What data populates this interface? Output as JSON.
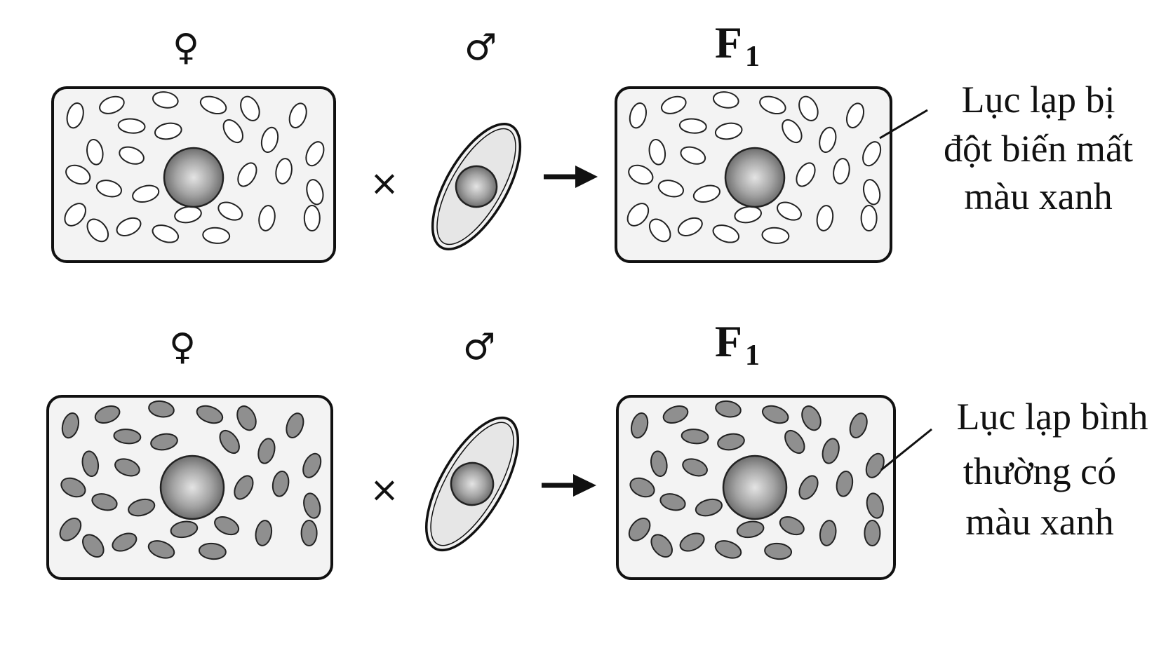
{
  "symbols": {
    "female": "♀",
    "male": "♂",
    "cross": "×",
    "offspring": "F",
    "offspring_sub": "1"
  },
  "rows": [
    {
      "id": "mutant",
      "chloroplast_state": "white",
      "chloroplast_fill": "#ffffff",
      "label_lines": [
        "Lục lạp bị",
        "đột biến mất",
        "màu xanh"
      ]
    },
    {
      "id": "normal",
      "chloroplast_state": "green",
      "chloroplast_fill": "#8f8f8f",
      "label_lines": [
        "Lục lạp bình",
        "thường có",
        "màu xanh"
      ]
    }
  ],
  "colors": {
    "cell_fill": "#f3f3f3",
    "outline": "#111111",
    "nucleus_center": "#e2e2e2",
    "nucleus_edge": "#6e6e6e"
  }
}
